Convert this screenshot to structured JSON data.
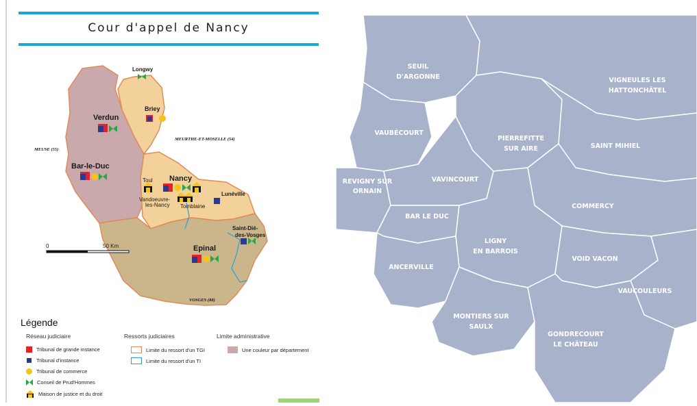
{
  "left": {
    "title": "Cour d'appel de Nancy",
    "cities": {
      "longwy": "Longwy",
      "briey": "Briey",
      "verdun": "Verdun",
      "bar_le_duc": "Bar-le-Duc",
      "nancy": "Nancy",
      "toul": "Toul",
      "vandoeuvre_1": "Vandoeuvre-",
      "vandoeuvre_2": "les-Nancy",
      "tomblaine": "Tomblaine",
      "luneville": "Lunéville",
      "saint_die_1": "Saint-Dié-",
      "saint_die_2": "des-Vosges",
      "epinal": "Epinal"
    },
    "departments": {
      "meuse": "MEUSE (55)",
      "meurthe": "MEURTHE-ET-MOSELLE (54)",
      "vosges": "VOSGES (88)"
    },
    "scale": {
      "start": "0",
      "end": "50 Km"
    },
    "legend": {
      "title": "Légende",
      "col1_head": "Réseau judiciaire",
      "col2_head": "Ressorts judiciaires",
      "col3_head": "Limite administrative",
      "items": {
        "tgi": "Tribunal de grande instance",
        "ti": "Tribunal d'instance",
        "commerce": "Tribunal de commerce",
        "prudhommes": "Conseil de Prud'Hommes",
        "maison": "Maison de justice et du droit",
        "limite_tgi": "Limite du ressort d'un TGI",
        "limite_ti": "Limite du ressort d'un TI",
        "dept": "Une couleur par département"
      }
    },
    "colors": {
      "meuse": "#c9a9ac",
      "meurthe": "#f2d19a",
      "vosges": "#cbb68c",
      "title_rule": "#19a7d9"
    }
  },
  "right": {
    "colors": {
      "fill": "#a9b2cb",
      "border": "#ffffff"
    },
    "cantons": {
      "seuil_1": "SEUIL",
      "seuil_2": "D'ARGONNE",
      "vigneules_1": "VIGNEULES LES",
      "vigneules_2": "HATTONCHÂTEL",
      "vaubecourt": "VAUBÉCOURT",
      "pierrefitte_1": "PIERREFITTE",
      "pierrefitte_2": "SUR AIRE",
      "saint_mihiel": "SAINT MIHIEL",
      "revigny_1": "REVIGNY SUR",
      "revigny_2": "ORNAIN",
      "vavincourt": "VAVINCOURT",
      "commercy": "COMMERCY",
      "bar_le_duc": "BAR LE DUC",
      "ligny_1": "LIGNY",
      "ligny_2": "EN BARROIS",
      "ancerville": "ANCERVILLE",
      "void_vacon": "VOID VACON",
      "vaucouleurs": "VAUCOULEURS",
      "montiers_1": "MONTIERS SUR",
      "montiers_2": "SAULX",
      "gondrecourt_1": "GONDRECOURT",
      "gondrecourt_2": "LE CHÂTEAU"
    }
  }
}
